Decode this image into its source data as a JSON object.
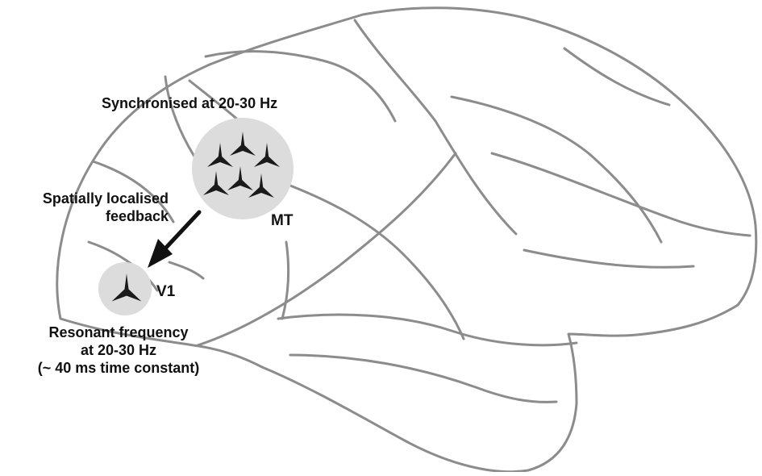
{
  "labels": {
    "mt_sync": "Synchronised at 20-30 Hz",
    "mt_name": "MT",
    "feedback_line1": "Spatially localised",
    "feedback_line2": "feedback",
    "v1_name": "V1",
    "resonant_line1": "Resonant frequency",
    "resonant_line2": "at 20-30 Hz",
    "resonant_line3": "(~ 40 ms time constant)"
  },
  "colors": {
    "brain_outline": "#8c8c8c",
    "area_fill": "#dcdcdc",
    "neuron": "#1a1a1a",
    "arrow": "#111111",
    "text": "#111111"
  },
  "icons": {
    "mt_neurons": "pyramidal-neuron-icon",
    "v1_neuron": "pyramidal-neuron-icon",
    "arrow": "feedback-arrow-icon"
  }
}
